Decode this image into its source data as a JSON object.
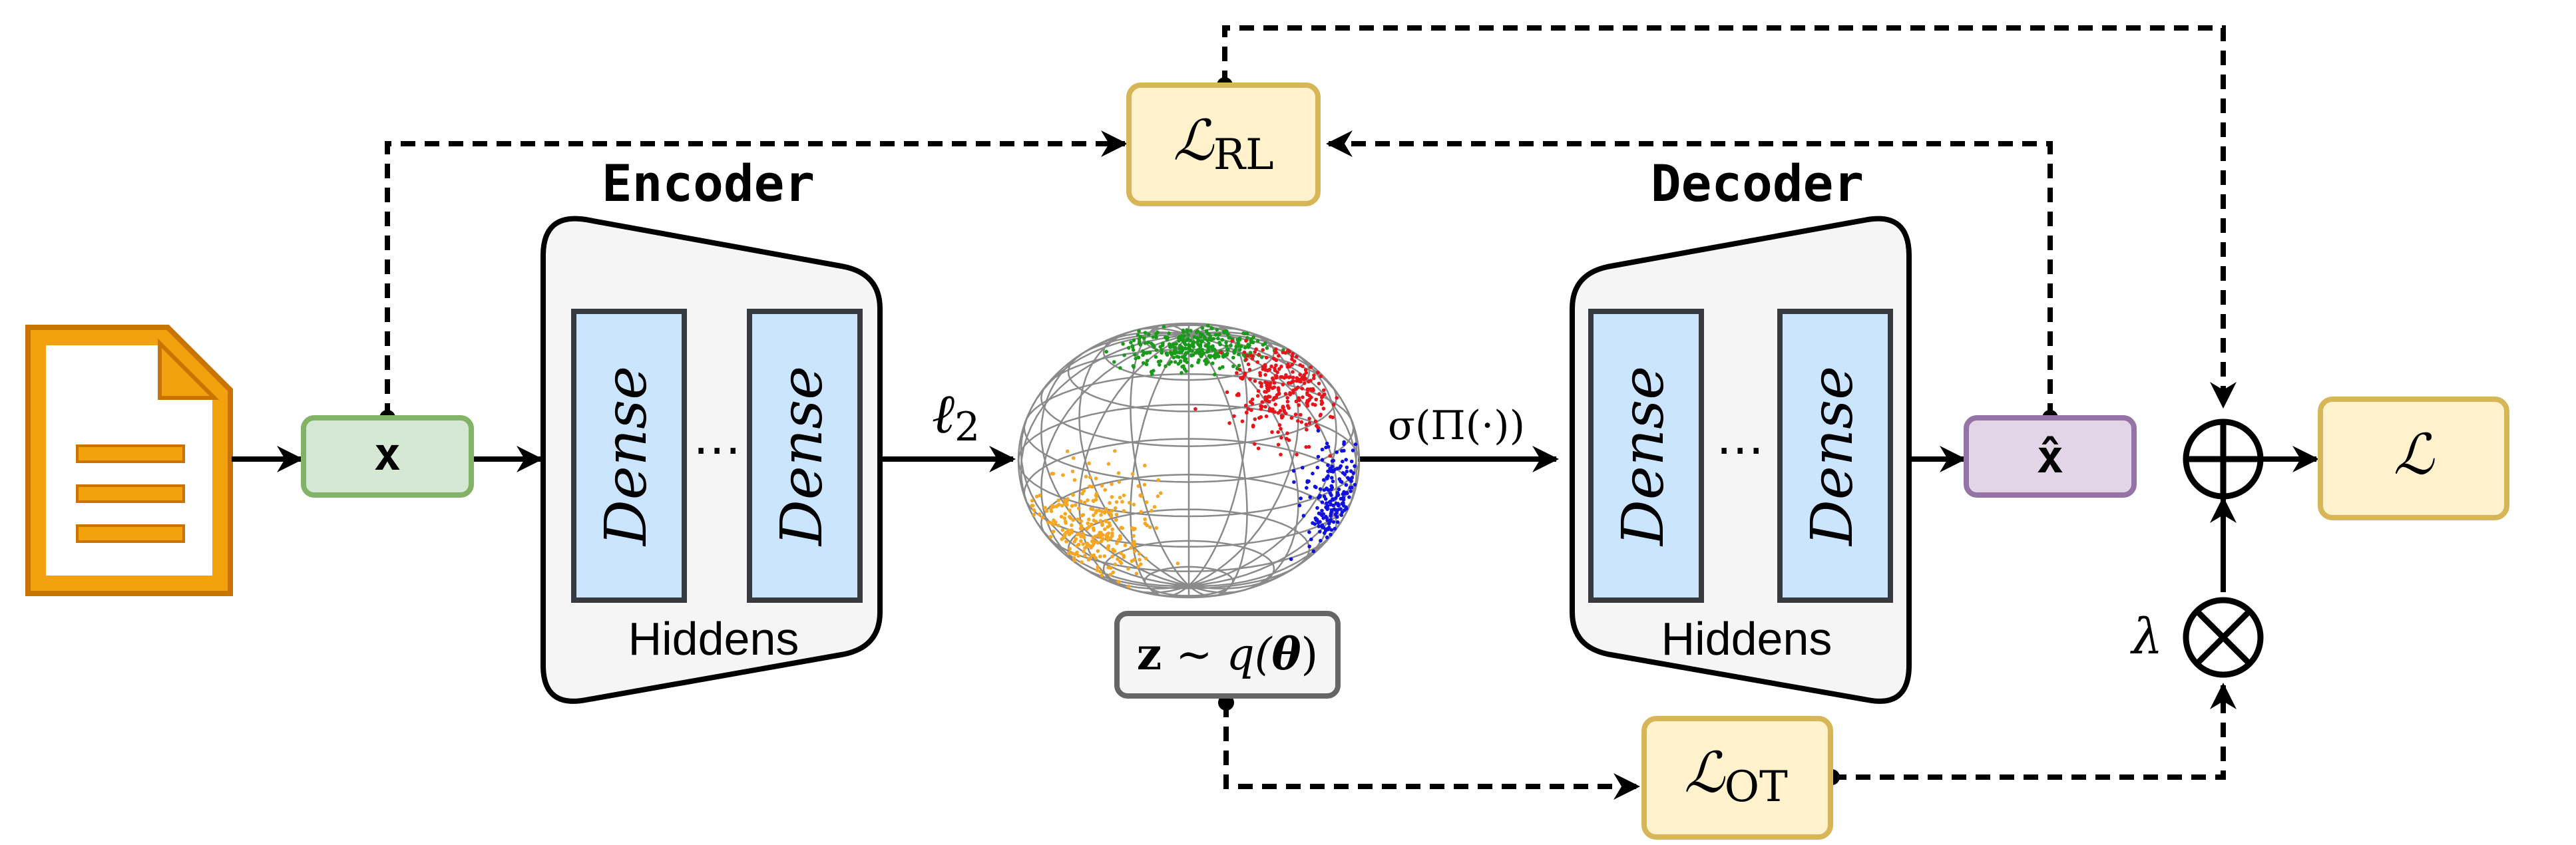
{
  "encoder": {
    "title": "Encoder",
    "layer_left": "Dense",
    "layer_right": "Dense",
    "ellipsis": "⋯",
    "hidden_label": "Hiddens"
  },
  "decoder": {
    "title": "Decoder",
    "layer_left": "Dense",
    "layer_right": "Dense",
    "ellipsis": "⋯",
    "hidden_label": "Hiddens"
  },
  "input_node": {
    "label": "x"
  },
  "output_node": {
    "label": "x̂"
  },
  "l2_label": {
    "symbol": "ℓ",
    "sub": "2"
  },
  "sigma_label": "σ(Π(·))",
  "latent_label": {
    "z": "z",
    "rest": " ∼ q(",
    "theta": "θ",
    "close": ")"
  },
  "loss_rl": {
    "symbol": "ℒ",
    "sub": "RL"
  },
  "loss_ot": {
    "symbol": "ℒ",
    "sub": "OT"
  },
  "loss_total": {
    "symbol": "ℒ"
  },
  "lambda_label": "λ",
  "colors": {
    "document": "#F2A20E",
    "document_stroke": "#C77400",
    "input_fill": "#D5E8D4",
    "input_stroke": "#82B366",
    "output_fill": "#E1D5E7",
    "output_stroke": "#9673A6",
    "dense_fill": "#CCE5FF",
    "dense_stroke": "#36393D",
    "trapezoid_fill": "#F5F5F5",
    "loss_fill": "#FFF2CC",
    "loss_stroke": "#D6B656",
    "latent_fill": "#F5F5F5",
    "latent_stroke": "#666666",
    "cluster_green": "#1A9A1A",
    "cluster_red": "#E8141B",
    "cluster_blue": "#1010E0",
    "cluster_orange": "#F5A623"
  }
}
